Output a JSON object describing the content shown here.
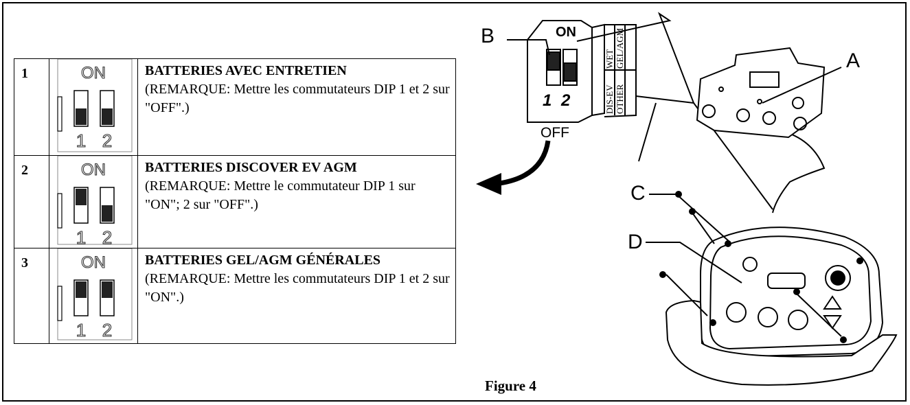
{
  "rows": [
    {
      "number": "1",
      "switch_on_label": "ON",
      "switch1_label": "1",
      "switch2_label": "2",
      "switch1_state": "OFF",
      "switch2_state": "OFF",
      "title": "BATTERIES AVEC ENTRETIEN",
      "note": "(REMARQUE: Mettre les commutateurs DIP 1 et 2 sur \"OFF\".)"
    },
    {
      "number": "2",
      "switch_on_label": "ON",
      "switch1_label": "1",
      "switch2_label": "2",
      "switch1_state": "ON",
      "switch2_state": "OFF",
      "title": "BATTERIES DISCOVER EV AGM",
      "note": "(REMARQUE: Mettre le commutateur DIP 1 sur \"ON\"; 2 sur \"OFF\".)"
    },
    {
      "number": "3",
      "switch_on_label": "ON",
      "switch1_label": "1",
      "switch2_label": "2",
      "switch1_state": "ON",
      "switch2_state": "ON",
      "title": "BATTERIES GEL/AGM GÉNÉRALES",
      "note": "(REMARQUE: Mettre les commutateurs DIP 1 et 2 sur \"ON\".)"
    }
  ],
  "figure": {
    "caption": "Figure 4",
    "callouts": {
      "a": "A",
      "b": "B",
      "c": "C",
      "d": "D"
    },
    "dip_detail": {
      "on_label": "ON",
      "off_label": "OFF",
      "switch1_label": "1",
      "switch2_label": "2",
      "side_labels": [
        "WET",
        "GEL/AGM",
        "DIS-EV",
        "OTHER"
      ]
    }
  }
}
